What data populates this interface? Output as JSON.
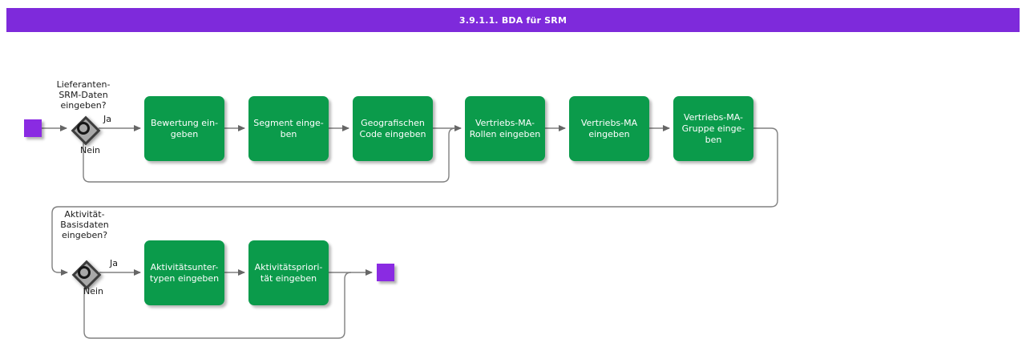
{
  "header": {
    "title": "3.9.1.1. BDA für SRM"
  },
  "colors": {
    "header_bg": "#7E2ADB",
    "task_fill": "#0B9B4B",
    "event_fill": "#8A2BE2",
    "gateway_fill": "#A8A8A8",
    "gateway_border": "#3D3D3D",
    "connector": "#808080"
  },
  "flow": {
    "decision1": {
      "question": "Lieferanten-\nSRM-Daten\neingeben?",
      "yes": "Ja",
      "no": "Nein"
    },
    "decision2": {
      "question": "Aktivität-\nBasisdaten\neingeben?",
      "yes": "Ja",
      "no": "Nein"
    },
    "tasks": [
      {
        "label": "Bewertung ein-\ngeben"
      },
      {
        "label": "Segment einge-\nben"
      },
      {
        "label": "Geografischen\nCode eingeben"
      },
      {
        "label": "Vertriebs-MA-\nRollen eingeben"
      },
      {
        "label": "Vertriebs-MA\neingeben"
      },
      {
        "label": "Vertriebs-MA-\nGruppe einge-\nben"
      },
      {
        "label": "Aktivitätsunter-\ntypen eingeben"
      },
      {
        "label": "Aktivitätspriori-\ntät eingeben"
      }
    ]
  }
}
